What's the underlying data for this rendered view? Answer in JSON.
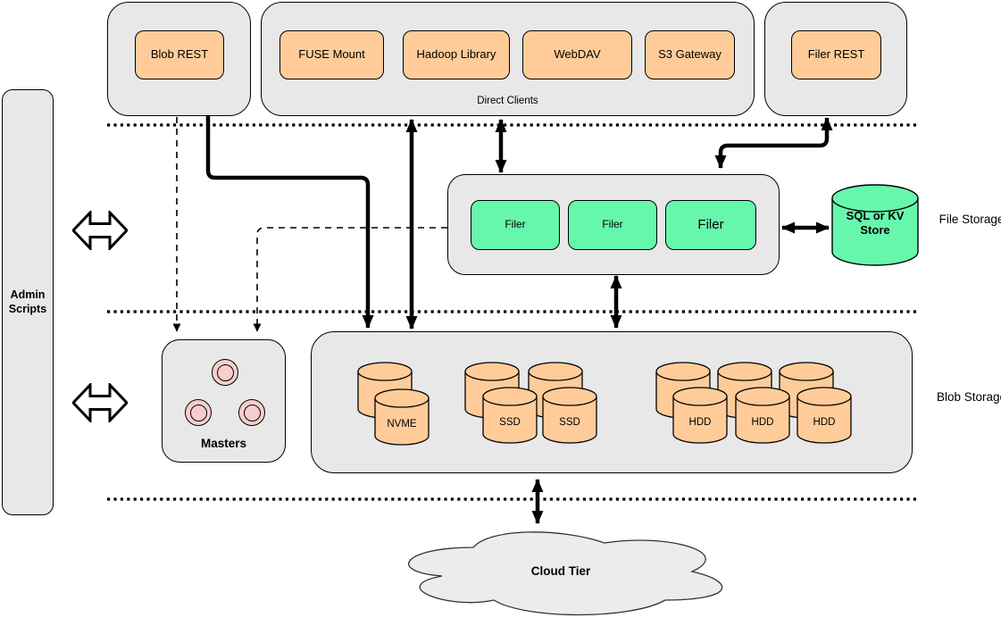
{
  "colors": {
    "node_orange": "#FFCC99",
    "node_green": "#66F7AD",
    "node_pink": "#F8CECC",
    "container_grey": "#E8E8E8",
    "line_black": "#000000"
  },
  "admin": {
    "label": "Admin Scripts"
  },
  "top_row": {
    "blob_rest": {
      "label": "Blob REST"
    },
    "direct_clients": {
      "caption": "Direct Clients",
      "clients": [
        {
          "label": "FUSE Mount"
        },
        {
          "label": "Hadoop Library"
        },
        {
          "label": "WebDAV"
        },
        {
          "label": "S3 Gateway"
        }
      ]
    },
    "filer_rest": {
      "label": "Filer REST"
    }
  },
  "file_storage": {
    "section_label": "File Storage",
    "filers": [
      {
        "label": "Filer"
      },
      {
        "label": "Filer"
      },
      {
        "label": "Filer"
      }
    ],
    "metadata_store": {
      "label": "SQL or KV Store"
    }
  },
  "blob_storage": {
    "section_label": "Blob Storage",
    "masters": {
      "label": "Masters"
    },
    "volumes": {
      "nvme": [
        "NVME"
      ],
      "ssd": [
        "SSD",
        "SSD"
      ],
      "hdd": [
        "HDD",
        "HDD",
        "HDD"
      ]
    }
  },
  "cloud": {
    "label": "Cloud Tier"
  }
}
